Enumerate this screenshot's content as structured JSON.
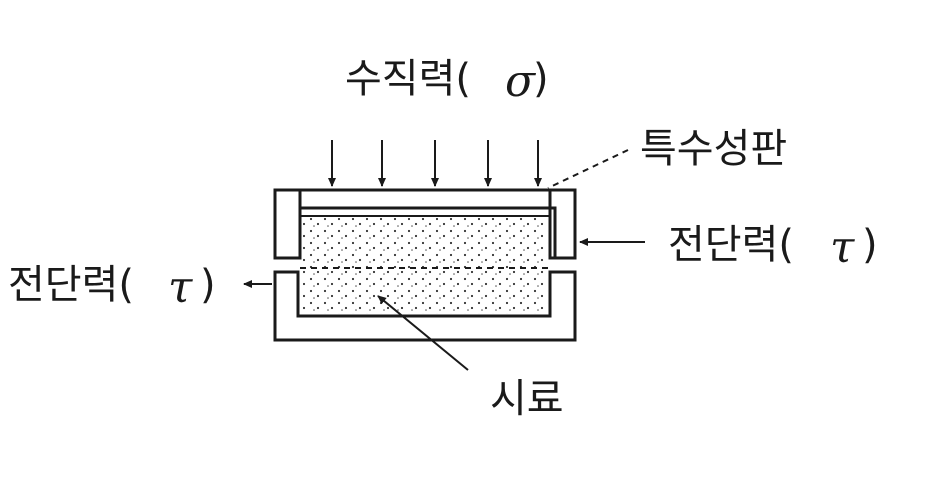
{
  "labels": {
    "vertical_force": "수직력(",
    "vertical_force_symbol": "σ",
    "vertical_force_close": ")",
    "porous_plate": "특수성판",
    "shear_force_right": "전단력(",
    "shear_force_right_symbol": "τ",
    "shear_force_right_close": ")",
    "shear_force_left": "전단력(",
    "shear_force_left_symbol": "τ",
    "shear_force_left_close": ")",
    "sample": "시료"
  },
  "colors": {
    "ink": "#1a1a1a",
    "background": "#ffffff"
  }
}
